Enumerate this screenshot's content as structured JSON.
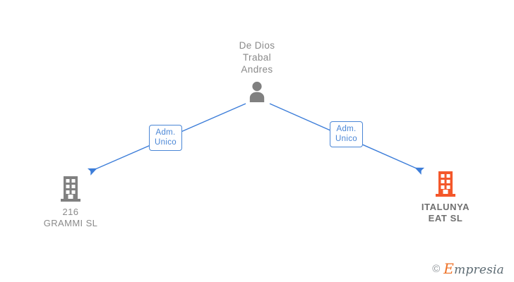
{
  "graph": {
    "background_color": "#ffffff",
    "edge_color": "#4a86d6",
    "person_node": {
      "name": "De Dios\nTrabal\nAndres",
      "icon": "person-icon",
      "icon_color": "#808080"
    },
    "company_nodes": [
      {
        "label": "216\nGRAMMI  SL",
        "icon": "building-icon",
        "icon_color": "#808080",
        "bold": false
      },
      {
        "label": "ITALUNYA\nEAT  SL",
        "icon": "building-icon",
        "icon_color": "#f4572a",
        "bold": true
      }
    ],
    "edges": [
      {
        "label": "Adm.\nUnico",
        "from": "person_node",
        "to": "216 GRAMMI SL",
        "direction": "down-left"
      },
      {
        "label": "Adm.\nUnico",
        "from": "person_node",
        "to": "ITALUNYA EAT SL",
        "direction": "down-right"
      }
    ]
  },
  "watermark": {
    "copyright_symbol": "©",
    "brand_initial": "E",
    "brand_rest": "mpresia",
    "initial_color": "#ee7126",
    "text_color": "#5d6b73"
  }
}
